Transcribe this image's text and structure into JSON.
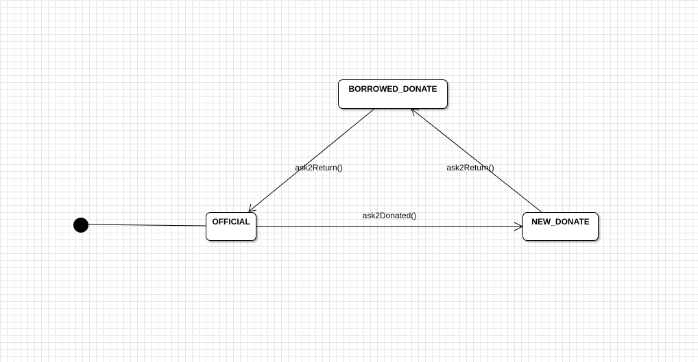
{
  "states": {
    "borrowed_donate": "BORROWED_DONATE",
    "official": "OFFICIAL",
    "new_donate": "NEW_DONATE"
  },
  "transitions": {
    "borrowed_to_official": "ask2Return()",
    "new_to_borrowed": "ask2Return()",
    "official_to_new": "ask2Donated()"
  },
  "colors": {
    "line": "#000000",
    "grid": "#e6e6e6",
    "state_fill": "#ffffff"
  }
}
